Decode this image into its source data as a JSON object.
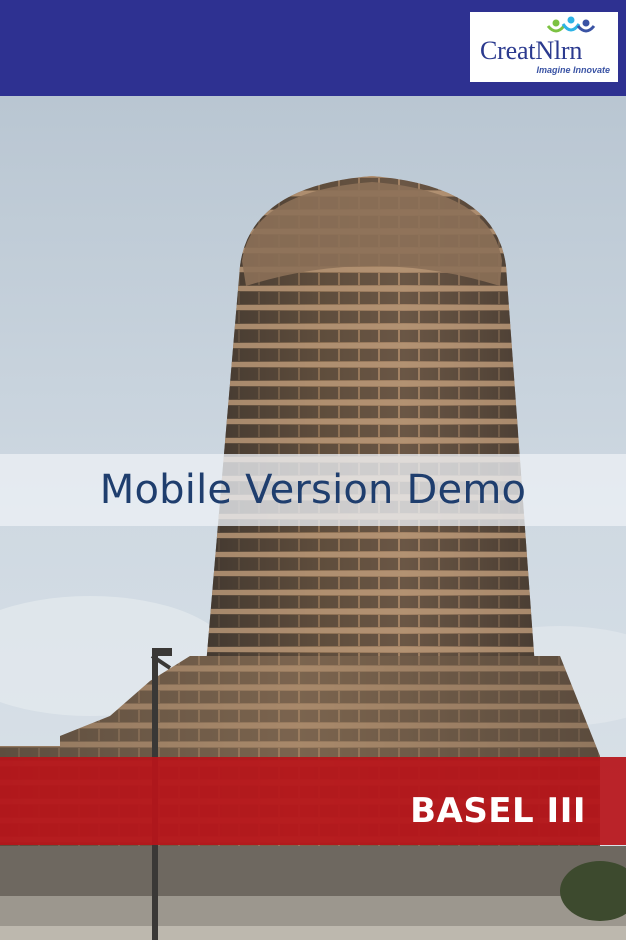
{
  "header": {
    "logo": {
      "wordmark_part1": "Creat",
      "wordmark_part2": "N",
      "wordmark_part3": "lrn",
      "tagline": "Imagine Innovate"
    }
  },
  "hero": {
    "caption": "Mobile Version Demo",
    "banner_title": "BASEL III"
  },
  "colors": {
    "header_bg": "#2e3191",
    "banner_red": "#b7141a",
    "caption_text": "#1f3e6e",
    "logo_blue": "#2b3a8f",
    "logo_green": "#7cc242",
    "logo_cyan": "#2eb3e6"
  }
}
